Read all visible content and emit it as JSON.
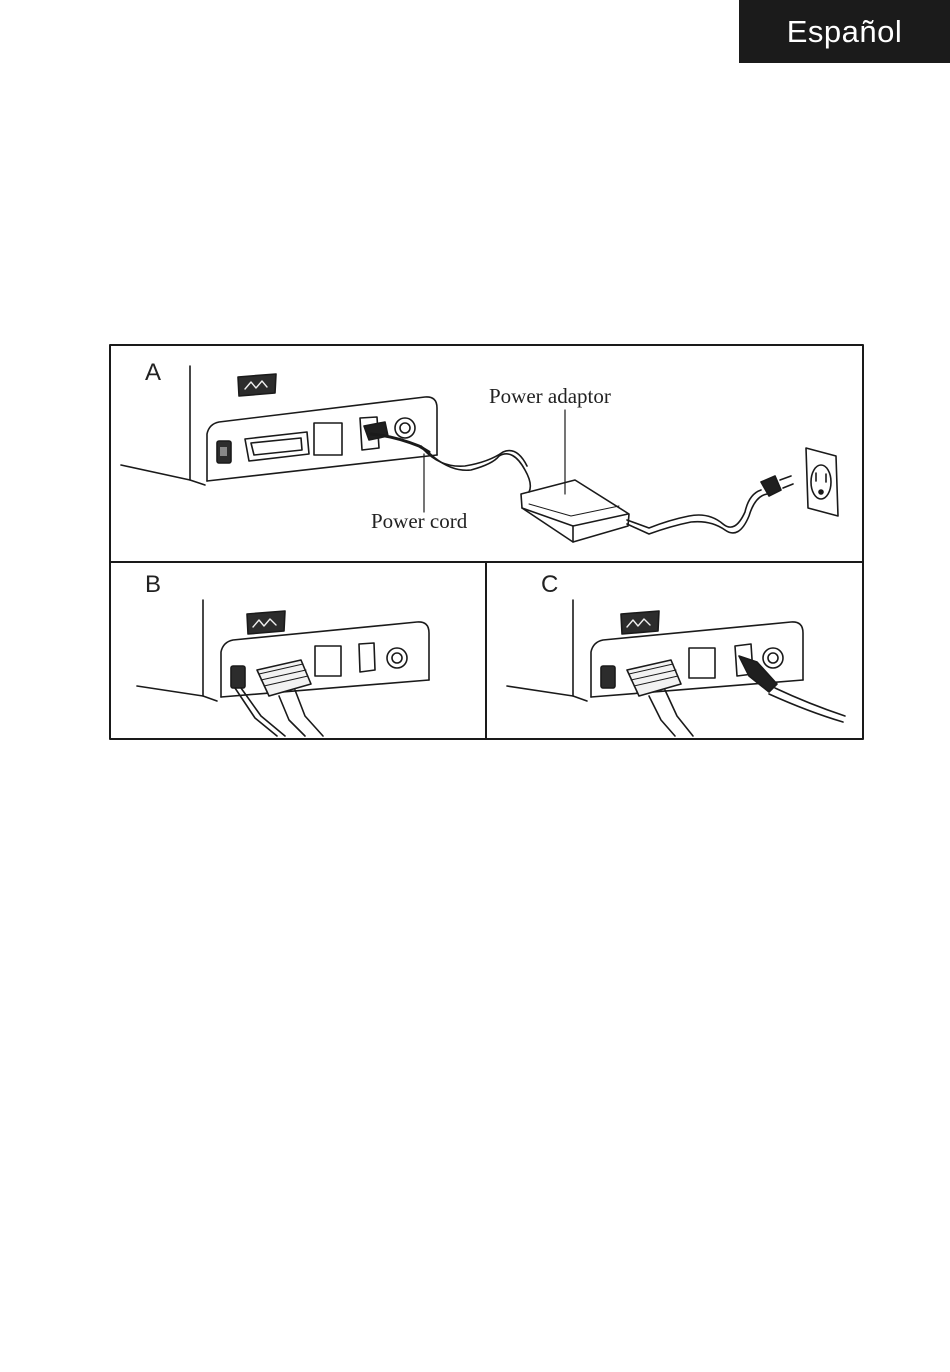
{
  "header": {
    "language_label": "Español"
  },
  "figure": {
    "panels": [
      {
        "id": "A",
        "label": "A",
        "callouts": [
          "Power adaptor",
          "Power cord"
        ]
      },
      {
        "id": "B",
        "label": "B"
      },
      {
        "id": "C",
        "label": "C"
      }
    ]
  }
}
